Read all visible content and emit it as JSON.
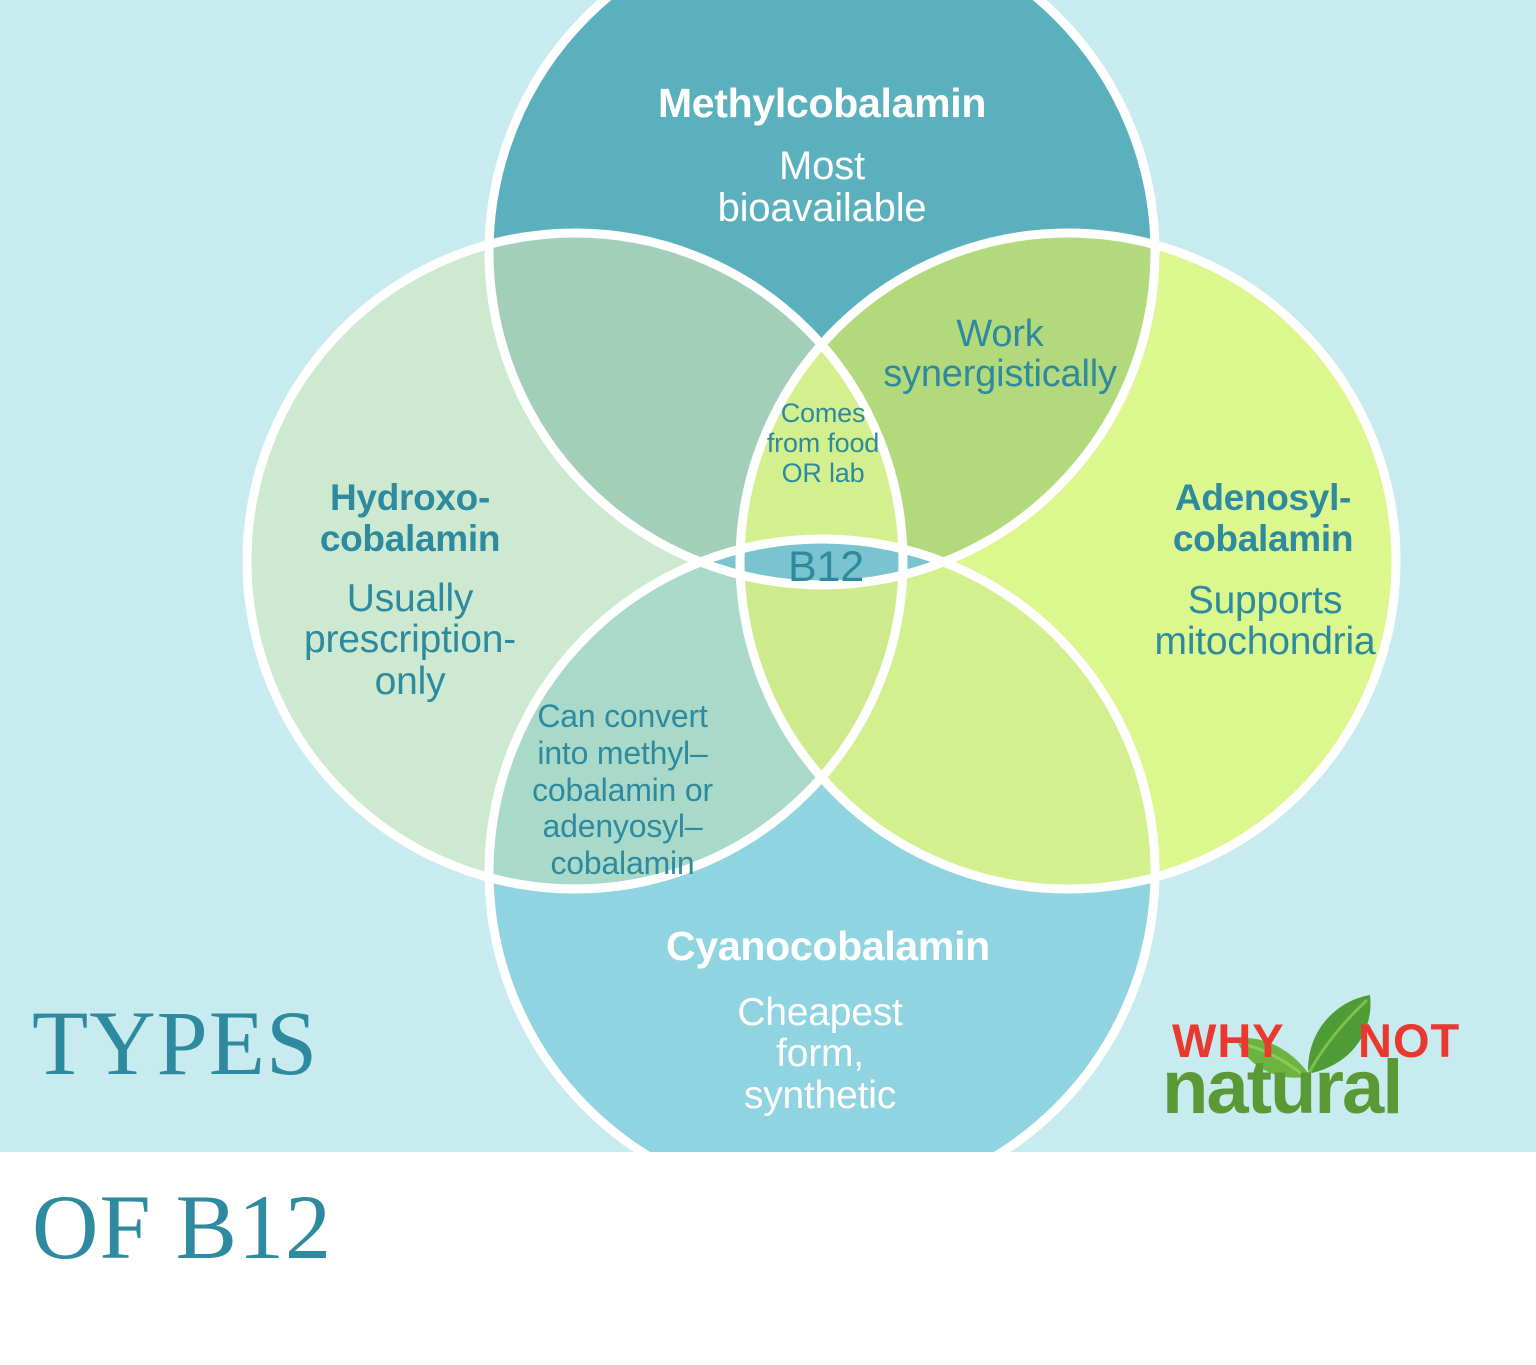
{
  "page": {
    "title_line1": "TYPES",
    "title_line2": "OF B12",
    "background_color": "#c8ebf0"
  },
  "diagram": {
    "type": "venn",
    "circles": [
      {
        "id": "methylcobalamin",
        "position": "top",
        "title": "Methylcobalamin",
        "body": "Most\nbioavailable",
        "fill": "#5bb0bd",
        "text_color": "#ffffff"
      },
      {
        "id": "hydroxocobalamin",
        "position": "left",
        "title": "Hydroxo-\ncobalamin",
        "body": "Usually\nprescription-\nonly",
        "fill": "#cdead1",
        "text_color": "#2e8a9e"
      },
      {
        "id": "adenosylcobalamin",
        "position": "right",
        "title": "Adenosyl-\ncobalamin",
        "body": "Supports\nmitochondria",
        "fill": "#dbf78d",
        "text_color": "#2e8a9e"
      },
      {
        "id": "cyanocobalamin",
        "position": "bottom",
        "title": "Cyanocobalamin",
        "body": "Cheapest\nform,\nsynthetic",
        "fill": "#8fd4e0",
        "text_color": "#ffffff"
      }
    ],
    "intersections": [
      {
        "id": "synergy",
        "between": [
          "methylcobalamin",
          "adenosylcobalamin"
        ],
        "label": "Work\nsynergistically"
      },
      {
        "id": "comes-from",
        "between": [
          "methylcobalamin",
          "adenosylcobalamin",
          "hydroxocobalamin"
        ],
        "label": "Comes\nfrom food\nOR lab"
      },
      {
        "id": "center",
        "between": [
          "methylcobalamin",
          "hydroxocobalamin",
          "adenosylcobalamin",
          "cyanocobalamin"
        ],
        "label": "B12"
      },
      {
        "id": "convert",
        "between": [
          "hydroxocobalamin",
          "cyanocobalamin"
        ],
        "label": "Can convert\ninto methyl–\ncobalamin or\nadenyosyl–\ncobalamin"
      }
    ],
    "stroke_color": "#ffffff"
  },
  "logo": {
    "word_why": "WHY",
    "word_not": "NOT",
    "word_natural": "natural",
    "red": "#e8382f",
    "green": "#5a9a36",
    "leaf_green": "#4f9b36"
  }
}
